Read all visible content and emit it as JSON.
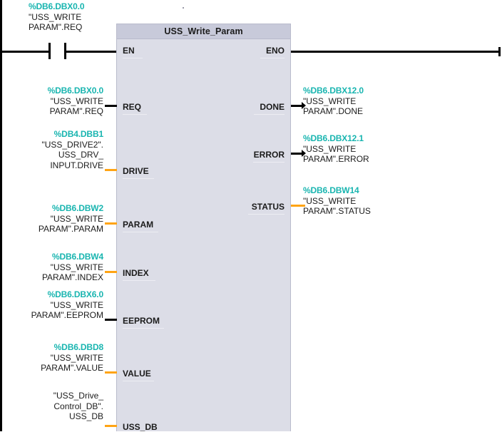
{
  "network": {
    "block_title": "USS_Write_Param",
    "colors": {
      "address_text": "#19b5b0",
      "symbol_text": "#1b1b1b",
      "block_body": "#dcdde7",
      "block_header": "#c8cada",
      "block_border": "#b9bbcc",
      "wire_bool": "#000000",
      "wire_data": "#ffa414"
    },
    "rung": {
      "contact_type": "normally-open-contact",
      "contact_operand": {
        "address": "%DB6.DBX0.0",
        "symbol_lines": [
          "\"USS_WRITE",
          "PARAM\".REQ"
        ]
      }
    },
    "inputs": [
      {
        "pin": "EN",
        "wire": "bool",
        "operand": null
      },
      {
        "pin": "REQ",
        "wire": "bool",
        "operand": {
          "address": "%DB6.DBX0.0",
          "symbol_lines": [
            "\"USS_WRITE",
            "PARAM\".REQ"
          ]
        }
      },
      {
        "pin": "DRIVE",
        "wire": "data",
        "operand": {
          "address": "%DB4.DBB1",
          "symbol_lines": [
            "\"USS_DRIVE2\".",
            "USS_DRV_",
            "INPUT.DRIVE"
          ]
        }
      },
      {
        "pin": "PARAM",
        "wire": "data",
        "operand": {
          "address": "%DB6.DBW2",
          "symbol_lines": [
            "\"USS_WRITE",
            "PARAM\".PARAM"
          ]
        }
      },
      {
        "pin": "INDEX",
        "wire": "data",
        "operand": {
          "address": "%DB6.DBW4",
          "symbol_lines": [
            "\"USS_WRITE",
            "PARAM\".INDEX"
          ]
        }
      },
      {
        "pin": "EEPROM",
        "wire": "bool",
        "operand": {
          "address": "%DB6.DBX6.0",
          "symbol_lines": [
            "\"USS_WRITE",
            "PARAM\".EEPROM"
          ]
        }
      },
      {
        "pin": "VALUE",
        "wire": "data",
        "operand": {
          "address": "%DB6.DBD8",
          "symbol_lines": [
            "\"USS_WRITE",
            "PARAM\".VALUE"
          ]
        }
      },
      {
        "pin": "USS_DB",
        "wire": "data",
        "operand": {
          "address": "",
          "symbol_lines": [
            "\"USS_Drive_",
            "Control_DB\".",
            "USS_DB"
          ]
        }
      }
    ],
    "outputs": [
      {
        "pin": "ENO",
        "wire": "bool",
        "operand": null
      },
      {
        "pin": "DONE",
        "wire": "bool",
        "operand": {
          "address": "%DB6.DBX12.0",
          "symbol_lines": [
            "\"USS_WRITE",
            "PARAM\".DONE"
          ]
        }
      },
      {
        "pin": "ERROR",
        "wire": "bool",
        "operand": {
          "address": "%DB6.DBX12.1",
          "symbol_lines": [
            "\"USS_WRITE",
            "PARAM\".ERROR"
          ]
        }
      },
      {
        "pin": "STATUS",
        "wire": "data",
        "operand": {
          "address": "%DB6.DBW14",
          "symbol_lines": [
            "\"USS_WRITE",
            "PARAM\".STATUS"
          ]
        }
      }
    ]
  }
}
